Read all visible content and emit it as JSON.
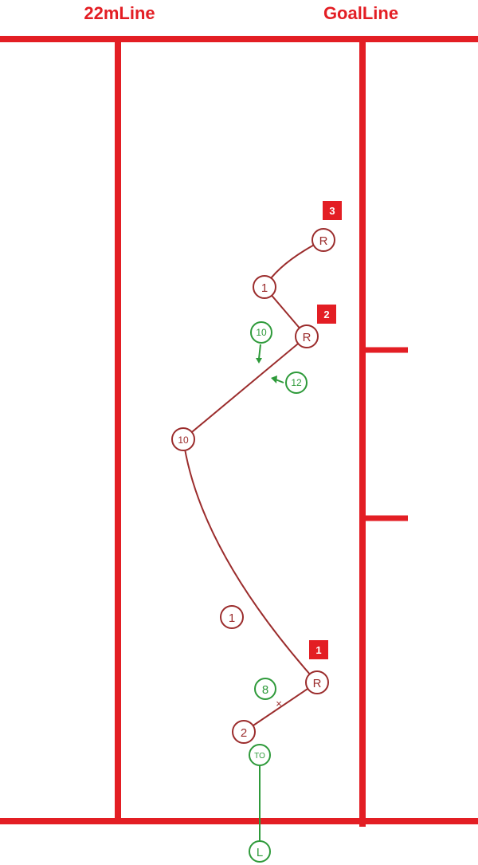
{
  "labels": {
    "line_22m": "22mLine",
    "goal_line": "GoalLine"
  },
  "colors": {
    "field_line": "#e31e24",
    "attack": "#9b2c2c",
    "defence": "#2e9a3a",
    "badge_bg": "#e31e24",
    "badge_text": "#ffffff"
  },
  "phases": [
    {
      "label": "1"
    },
    {
      "label": "2"
    },
    {
      "label": "3"
    }
  ],
  "attack_markers": [
    {
      "label": "R",
      "role": "ruck"
    },
    {
      "label": "2"
    },
    {
      "label": "1"
    },
    {
      "label": "10"
    },
    {
      "label": "R",
      "role": "ruck"
    },
    {
      "label": "1"
    },
    {
      "label": "R",
      "role": "ruck"
    }
  ],
  "defence_markers": [
    {
      "label": "8"
    },
    {
      "label": "TO"
    },
    {
      "label": "L"
    },
    {
      "label": "10"
    },
    {
      "label": "12"
    }
  ]
}
